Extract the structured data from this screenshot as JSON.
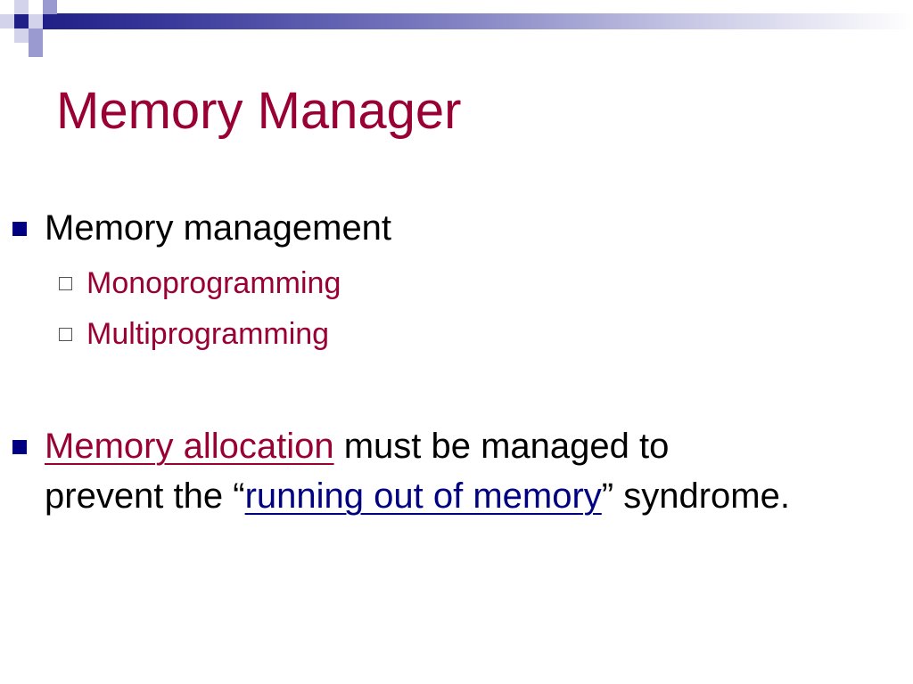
{
  "slide": {
    "title": "Memory Manager",
    "bullets": [
      {
        "text": "Memory management",
        "subitems": [
          "Monoprogramming",
          "Multiprogramming"
        ]
      },
      {
        "link1": "Memory allocation",
        "text_a": " must be managed to",
        "text_b": "prevent the “",
        "link2": "running out of memory",
        "text_c": "” syndrome."
      }
    ]
  },
  "colors": {
    "title": "#990033",
    "bullet": "#000080",
    "link_navy": "#000080"
  }
}
